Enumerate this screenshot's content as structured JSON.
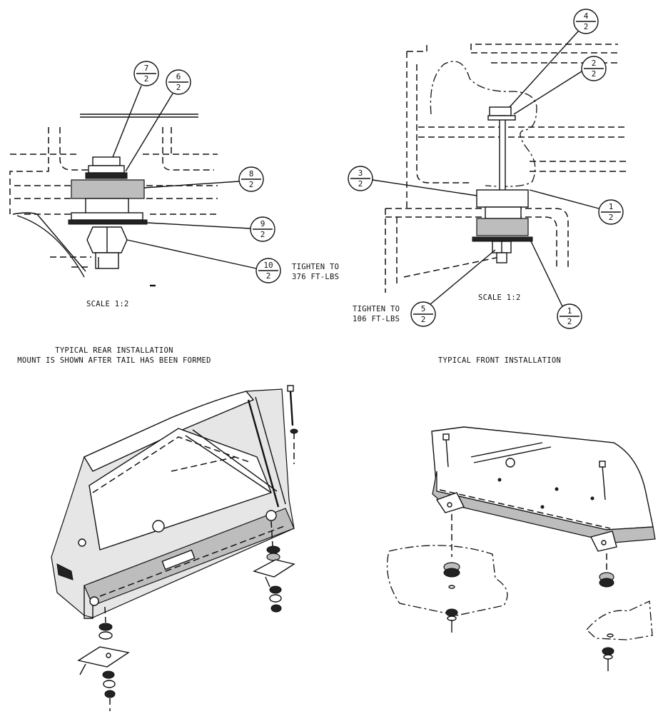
{
  "rear_detail": {
    "scale": "SCALE 1:2",
    "torque_line1": "TIGHTEN TO",
    "torque_line2": "376 FT-LBS",
    "caption_line1": "TYPICAL REAR INSTALLATION",
    "caption_line2": "MOUNT IS SHOWN AFTER TAIL HAS BEEN FORMED",
    "callouts": [
      {
        "item": "7",
        "qty": "2"
      },
      {
        "item": "6",
        "qty": "2"
      },
      {
        "item": "8",
        "qty": "2"
      },
      {
        "item": "9",
        "qty": "2"
      },
      {
        "item": "10",
        "qty": "2"
      }
    ]
  },
  "front_detail": {
    "scale": "SCALE 1:2",
    "torque_line1": "TIGHTEN TO",
    "torque_line2": "106 FT-LBS",
    "caption": "TYPICAL FRONT INSTALLATION",
    "callouts": [
      {
        "item": "4",
        "qty": "2"
      },
      {
        "item": "2",
        "qty": "2"
      },
      {
        "item": "3",
        "qty": "2"
      },
      {
        "item": "1",
        "qty": "2"
      },
      {
        "item": "5",
        "qty": "2"
      },
      {
        "item": "1",
        "qty": "2"
      }
    ]
  }
}
